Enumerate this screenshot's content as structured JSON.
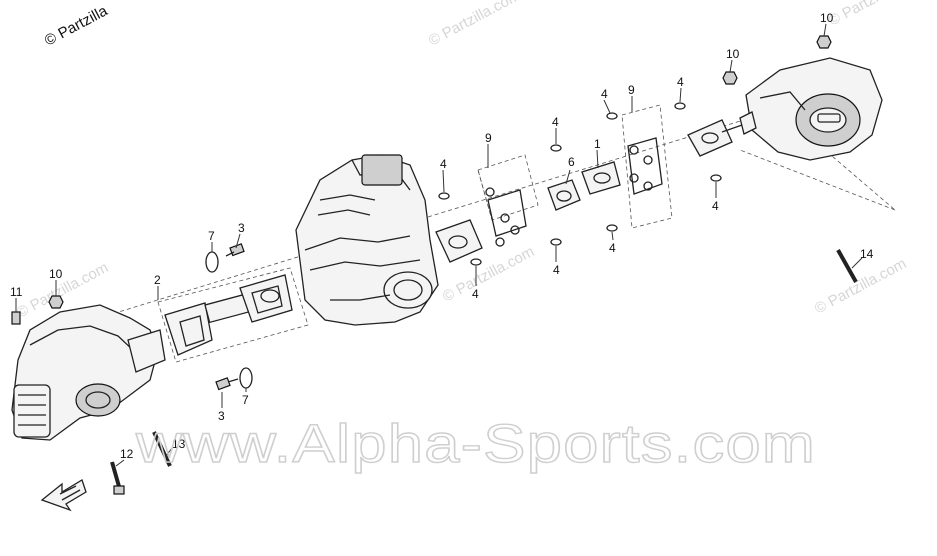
{
  "copyright": "© Partzilla",
  "watermarks": {
    "small": "© Partzilla.com",
    "big": "www.Alpha-Sports.com"
  },
  "callouts": [
    "10",
    "10",
    "4",
    "9",
    "4",
    "4",
    "6",
    "1",
    "4",
    "9",
    "4",
    "4",
    "4",
    "4",
    "3",
    "7",
    "2",
    "10",
    "11",
    "3",
    "7",
    "13",
    "12",
    "14"
  ]
}
